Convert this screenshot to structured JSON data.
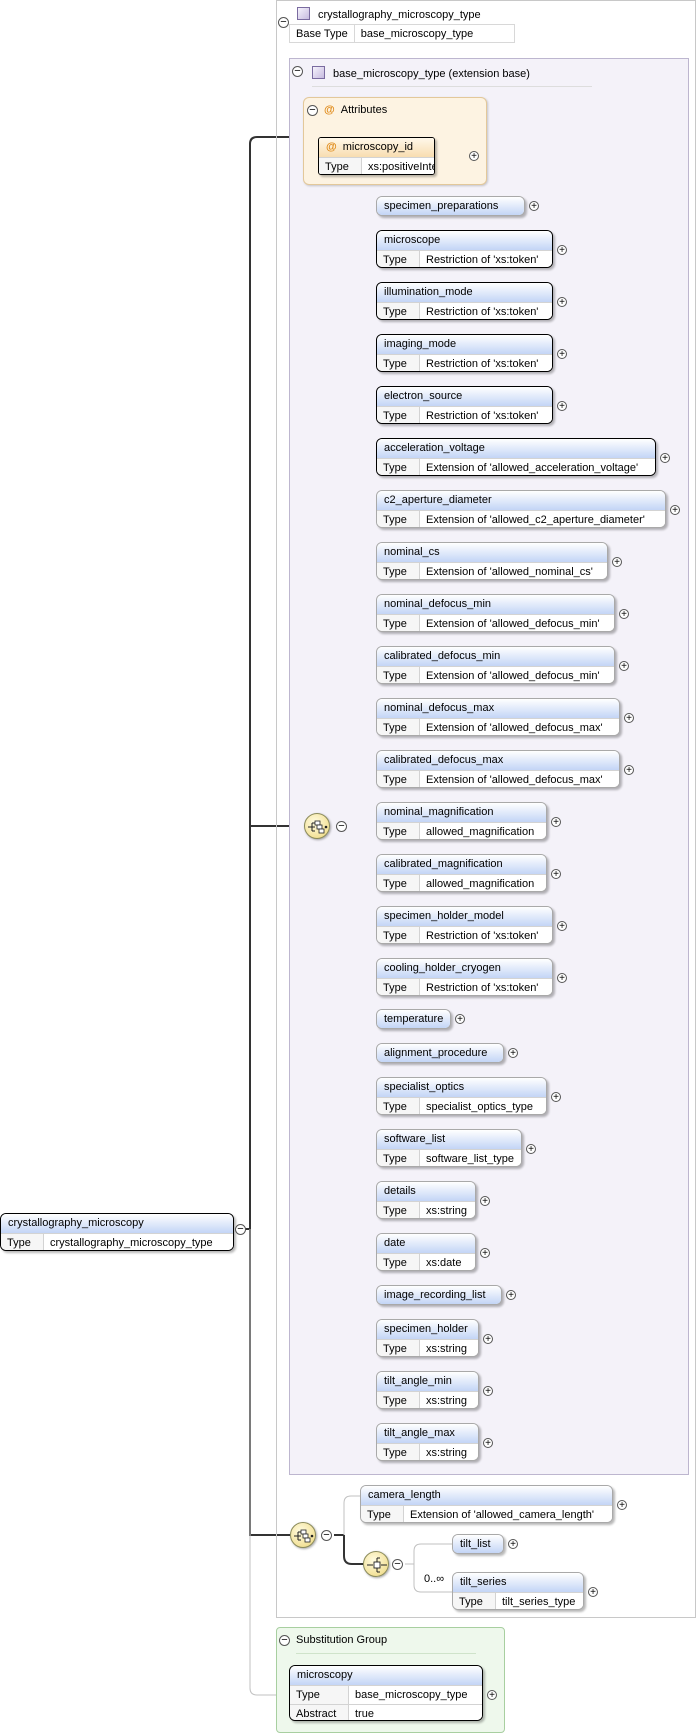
{
  "root_type": {
    "name": "crystallography_microscopy_type",
    "base_type_label": "Base Type",
    "base_type": "base_microscopy_type"
  },
  "extension": {
    "title": "base_microscopy_type (extension base)"
  },
  "attributes": {
    "title": "Attributes",
    "items": [
      {
        "name": "microscopy_id",
        "type": "xs:positiveInteger"
      }
    ]
  },
  "type_label": "Type",
  "base_elements": [
    {
      "name": "specimen_preparations",
      "type": ""
    },
    {
      "name": "microscope",
      "type": "Restriction of 'xs:token'"
    },
    {
      "name": "illumination_mode",
      "type": "Restriction of 'xs:token'"
    },
    {
      "name": "imaging_mode",
      "type": "Restriction of 'xs:token'"
    },
    {
      "name": "electron_source",
      "type": "Restriction of 'xs:token'"
    },
    {
      "name": "acceleration_voltage",
      "type": "Extension of 'allowed_acceleration_voltage'"
    },
    {
      "name": "c2_aperture_diameter",
      "type": "Extension of 'allowed_c2_aperture_diameter'"
    },
    {
      "name": "nominal_cs",
      "type": "Extension of 'allowed_nominal_cs'"
    },
    {
      "name": "nominal_defocus_min",
      "type": "Extension of 'allowed_defocus_min'"
    },
    {
      "name": "calibrated_defocus_min",
      "type": "Extension of 'allowed_defocus_min'"
    },
    {
      "name": "nominal_defocus_max",
      "type": "Extension of 'allowed_defocus_max'"
    },
    {
      "name": "calibrated_defocus_max",
      "type": "Extension of 'allowed_defocus_max'"
    },
    {
      "name": "nominal_magnification",
      "type": "allowed_magnification"
    },
    {
      "name": "calibrated_magnification",
      "type": "allowed_magnification"
    },
    {
      "name": "specimen_holder_model",
      "type": "Restriction of 'xs:token'"
    },
    {
      "name": "cooling_holder_cryogen",
      "type": "Restriction of 'xs:token'"
    },
    {
      "name": "temperature",
      "type": ""
    },
    {
      "name": "alignment_procedure",
      "type": ""
    },
    {
      "name": "specialist_optics",
      "type": "specialist_optics_type"
    },
    {
      "name": "software_list",
      "type": "software_list_type"
    },
    {
      "name": "details",
      "type": "xs:string"
    },
    {
      "name": "date",
      "type": "xs:date"
    },
    {
      "name": "image_recording_list",
      "type": ""
    },
    {
      "name": "specimen_holder",
      "type": "xs:string"
    },
    {
      "name": "tilt_angle_min",
      "type": "xs:string"
    },
    {
      "name": "tilt_angle_max",
      "type": "xs:string"
    }
  ],
  "ext_elements": [
    {
      "name": "camera_length",
      "type": "Extension of 'allowed_camera_length'"
    },
    {
      "name": "tilt_list",
      "type": ""
    },
    {
      "name": "tilt_series",
      "type": "tilt_series_type"
    }
  ],
  "occurrence": "0..∞",
  "root_element": {
    "name": "crystallography_microscopy",
    "type": "crystallography_microscopy_type"
  },
  "substitution": {
    "title": "Substitution Group",
    "name": "microscopy",
    "type": "base_microscopy_type",
    "abstract_label": "Abstract",
    "abstract": "true"
  },
  "icons": {
    "type_icon": "complex-type-icon",
    "attr_icon": "attribute-icon",
    "seq_icon": "sequence-compositor-icon",
    "choice_icon": "choice-compositor-icon",
    "expand_icon": "expand-plus-icon",
    "collapse_icon": "collapse-minus-icon"
  },
  "colors": {
    "element_header": "#c3d5f6",
    "attribute_box": "#fdf3e2",
    "substitution_box": "#eef8ec",
    "extension_box": "#f4f2f9",
    "compositor": "#f3e29a"
  }
}
